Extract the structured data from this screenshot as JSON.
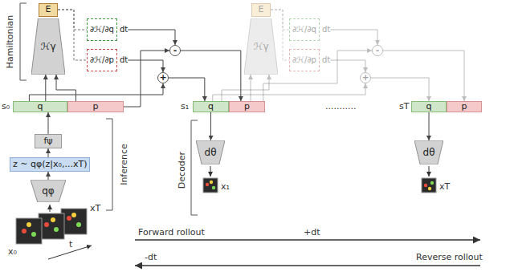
{
  "diagram": {
    "nodes": [
      {
        "text": [
          "E"
        ]
      },
      {
        "text": [
          "ℋγ"
        ]
      },
      {
        "text": [
          "∂ℋ/∂q",
          "dt"
        ]
      },
      {
        "text": [
          "∂ℋ/∂p",
          "dt"
        ]
      },
      {
        "text": [
          "-"
        ]
      },
      {
        "text": [
          "+"
        ]
      },
      {
        "text": [
          "q"
        ]
      },
      {
        "text": [
          "p"
        ]
      },
      {
        "text": [
          "fψ"
        ]
      },
      {
        "text": [
          "z ~ qφ(z|x₀,...xT)"
        ]
      },
      {
        "text": [
          "qφ"
        ]
      },
      {
        "text": [
          "E"
        ]
      },
      {
        "text": [
          "ℋγ"
        ]
      },
      {
        "text": [
          "∂ℋ/∂q",
          "dt"
        ]
      },
      {
        "text": [
          "∂ℋ/∂p",
          "dt"
        ]
      },
      {
        "text": [
          "-"
        ]
      },
      {
        "text": [
          "+"
        ]
      },
      {
        "text": [
          "q"
        ]
      },
      {
        "text": [
          "p"
        ]
      },
      {
        "text": [
          "dθ"
        ]
      },
      {
        "text": [
          "q"
        ]
      },
      {
        "text": [
          "p"
        ]
      },
      {
        "text": [
          "dθ"
        ]
      }
    ],
    "edges": [
      {
        "from": 0,
        "to": 2,
        "arrow": "none"
      },
      {
        "from": 0,
        "to": 3,
        "arrow": "none"
      },
      {
        "from": 2,
        "to": 4,
        "arrow": "to"
      },
      {
        "from": 3,
        "to": 5,
        "arrow": "to"
      },
      {
        "from": 6,
        "to": 1,
        "arrow": "to"
      },
      {
        "from": 7,
        "to": 1,
        "arrow": "to"
      },
      {
        "from": 6,
        "to": 5,
        "arrow": "to"
      },
      {
        "from": 7,
        "to": 4,
        "arrow": "to"
      },
      {
        "from": 5,
        "to": 17,
        "arrow": "to"
      },
      {
        "from": 4,
        "to": 18,
        "arrow": "to"
      },
      {
        "from": 8,
        "to": 6,
        "arrow": "to"
      },
      {
        "from": 9,
        "to": 8,
        "arrow": "to"
      },
      {
        "from": 10,
        "to": 9,
        "arrow": "to"
      },
      {
        "from": 17,
        "to": 19,
        "arrow": "to"
      },
      {
        "from": 11,
        "to": 13,
        "arrow": "none"
      },
      {
        "from": 11,
        "to": 14,
        "arrow": "none"
      },
      {
        "from": 13,
        "to": 15,
        "arrow": "to"
      },
      {
        "from": 14,
        "to": 16,
        "arrow": "to"
      },
      {
        "from": 17,
        "to": 12,
        "arrow": "to"
      },
      {
        "from": 18,
        "to": 12,
        "arrow": "to"
      },
      {
        "from": 17,
        "to": 16,
        "arrow": "to"
      },
      {
        "from": 18,
        "to": 15,
        "arrow": "to"
      },
      {
        "from": 16,
        "to": 20,
        "arrow": "to"
      },
      {
        "from": 15,
        "to": 21,
        "arrow": "to"
      },
      {
        "from": 20,
        "to": 22,
        "arrow": "to"
      }
    ],
    "labels": [
      "Hamiltonian",
      "s₀",
      "Inference",
      "x₀",
      "t",
      "xT",
      "s₁",
      "Decoder",
      "x₁",
      "...........",
      "sT",
      "xT",
      "Forward rollout",
      "+dt",
      "-dt",
      "Reverse rollout"
    ]
  }
}
